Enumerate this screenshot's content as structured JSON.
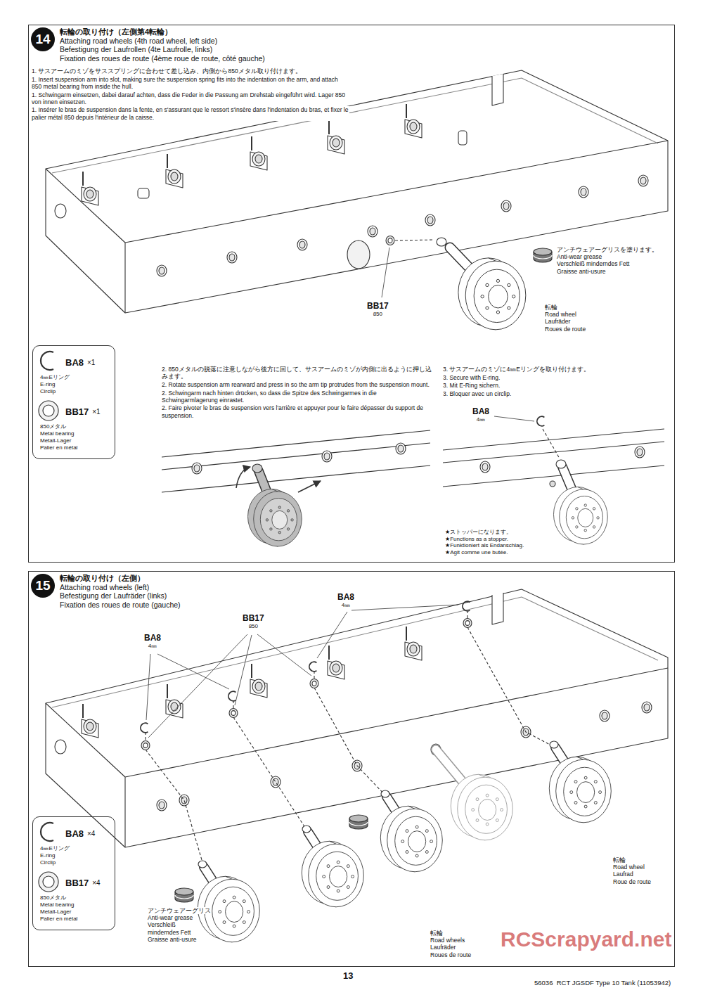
{
  "diagram": {
    "nodes": [
      {
        "text": [
          "転輪の取り付け（左側第4転輪）",
          "Attaching road wheels (4th road wheel, left side)",
          "Befestigung der Laufrollen (4te Laufrolle, links)",
          "Fixation des roues de route (4ème roue de route, côté gauche)"
        ]
      },
      {
        "text": [
          "14"
        ],
        "in": 0
      },
      {
        "text": [
          "BA8",
          "×1",
          "4㎜Eリング",
          "E-ring",
          "Circlip",
          "BB17",
          "×1",
          "850メタル",
          "Metal bearing",
          "Metall-Lager",
          "Palier en métal"
        ],
        "in": 0
      },
      {
        "text": [
          "転輪の取り付け（左側）",
          "Attaching road wheels (left)",
          "Befestigung der Laufräder (links)",
          "Fixation des roues de route (gauche)"
        ]
      },
      {
        "text": [
          "15"
        ],
        "in": 3
      },
      {
        "text": [
          "BA8",
          "×4",
          "4㎜Eリング",
          "E-ring",
          "Circlip",
          "BB17",
          "×4",
          "850メタル",
          "Metal bearing",
          "Metall-Lager",
          "Palier en métal"
        ],
        "in": 3
      }
    ],
    "labels": [
      "1. サスアームのミゾをサススプリングに合わせて差し込み、内側から850メタル取り付けます。",
      "1. Insert suspension arm into slot, making sure the suspension spring fits into the indentation on the arm, and attach 850 metal bearing from inside the hull.",
      "1. Schwingarm einsetzen, dabei darauf achten, dass die Feder in die Passung am Drehstab eingeführt wird. Lager 850 von innen einsetzen.",
      "1. Insérer le bras de suspension dans la fente, en s'assurant que le ressort s'insère dans l'indentation du bras, et fixer le palier métal 850 depuis l'intérieur de la caisse.",
      "BB17",
      "850",
      "アンチウェアーグリスを塗ります。",
      "Anti-wear grease",
      "Verschleiß minderndes Fett",
      "Graisse anti-usure",
      "転輪",
      "Road wheel",
      "Laufräder",
      "Roues de route",
      "2. 850メタルの脱落に注意しながら後方に回して、サスアームのミゾが内側に出るように押し込みます。",
      "2. Rotate suspension arm rearward and press in so the arm tip protrudes from the suspension mount.",
      "2. Schwingarm nach hinten drücken, so dass die Spitze des Schwingarmes in die Schwingarmlagerung einrastet.",
      "2. Faire pivoter le bras de suspension vers l'arrière et appuyer pour le faire dépasser du support de suspension.",
      "3. サスアームのミゾに4㎜Eリングを取り付けます。",
      "3. Secure with E-ring.",
      "3. Mit E-Ring sichern.",
      "3. Bloquer avec un circlip.",
      "BA8",
      "4㎜",
      "★ストッパーになります。",
      "★Functions as a stopper.",
      "★Funktioniert als Endanschlag.",
      "★Agit comme une butée.",
      "BA8",
      "4㎜",
      "BB17",
      "850",
      "BA8",
      "4㎜",
      "転輪",
      "Road wheel",
      "Laufrad",
      "Roue de route",
      "アンチウェアーグリス",
      "Anti-wear grease",
      "Verschleiß",
      "minderndes Fett",
      "Graisse anti-usure",
      "転輪",
      "Road wheels",
      "Laufräder",
      "Roues de route",
      "RCScrapyard.net",
      "13",
      "56036  RCT JGSDF Type 10 Tank (11053942)"
    ]
  }
}
